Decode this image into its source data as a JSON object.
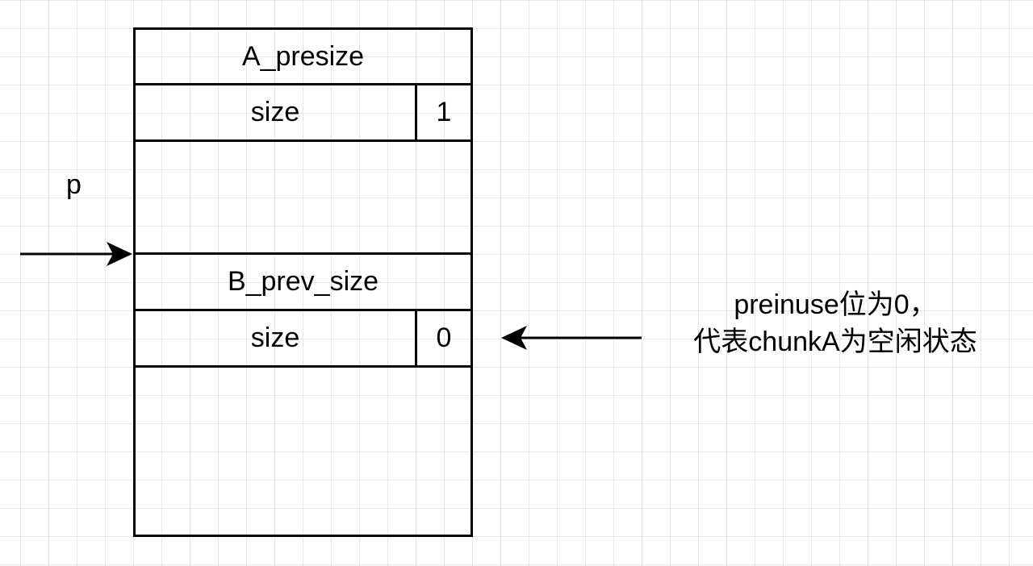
{
  "chunk_a": {
    "prev_size_label": "A_presize",
    "size_label": "size",
    "prev_inuse_bit": "1"
  },
  "chunk_b": {
    "prev_size_label": "B_prev_size",
    "size_label": "size",
    "prev_inuse_bit": "0"
  },
  "pointer": {
    "label": "p"
  },
  "annotation": {
    "line1": "preinuse位为0，",
    "line2": "代表chunkA为空闲状态"
  }
}
